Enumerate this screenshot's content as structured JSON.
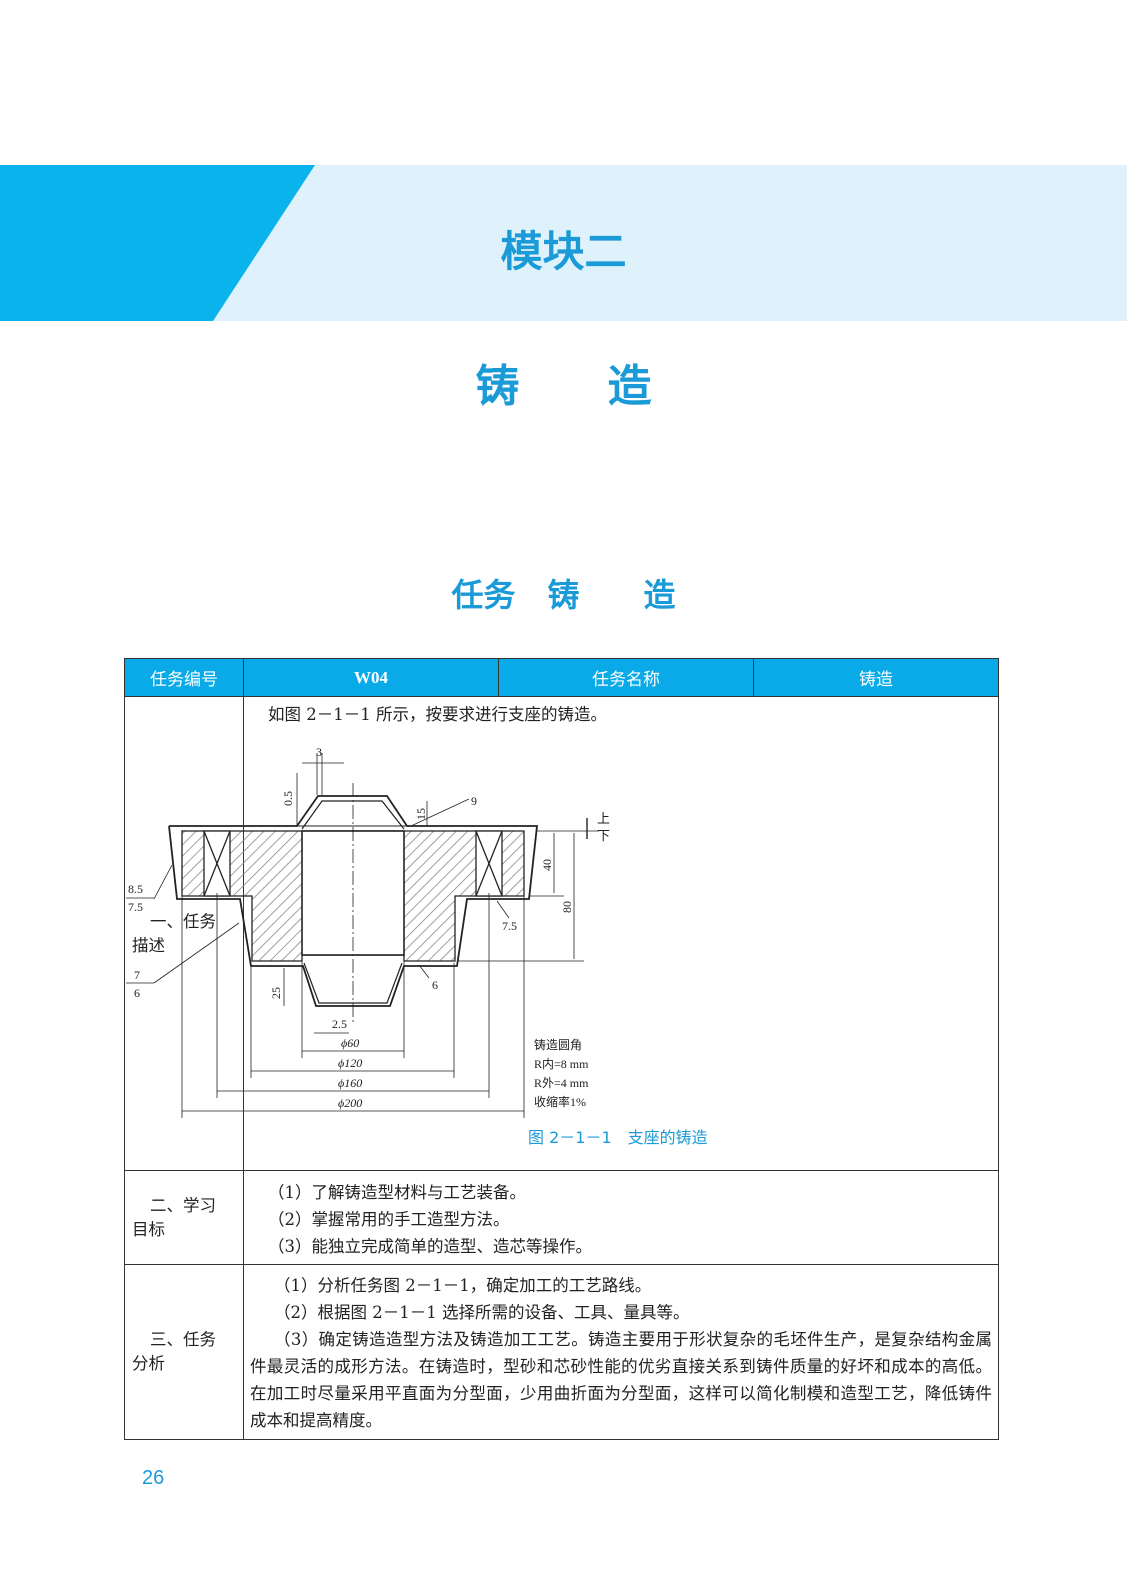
{
  "banner": {
    "module": "模块二",
    "title": "铸　　造"
  },
  "task_title": "任务　铸　　造",
  "table": {
    "header": [
      "任务编号",
      "W04",
      "任务名称",
      "铸造"
    ],
    "rows": [
      {
        "label_a": "一、任务",
        "label_b": "描述",
        "lines": [
          "如图 2－1－1 所示，按要求进行支座的铸造。"
        ]
      },
      {
        "label_a": "二、学习",
        "label_b": "目标",
        "lines": [
          "（1）了解铸造型材料与工艺装备。",
          "（2）掌握常用的手工造型方法。",
          "（3）能独立完成简单的造型、造芯等操作。"
        ]
      },
      {
        "label_a": "三、任务",
        "label_b": "分析",
        "lines": [
          "（1）分析任务图 2－1－1，确定加工的工艺路线。",
          "（2）根据图 2－1－1 选择所需的设备、工具、量具等。",
          "（3）确定铸造造型方法及铸造加工工艺。铸造主要用于形状复杂的毛坯件生产，是复杂结构金属件最灵活的成形方法。在铸造时，型砂和芯砂性能的优劣直接关系到铸件质量的好坏和成本的高低。在加工时尽量采用平直面为分型面，少用曲折面为分型面，这样可以简化制模和造型工艺，降低铸件成本和提高精度。"
        ]
      }
    ]
  },
  "figure": {
    "caption": "图 2－1－1　支座的铸造",
    "dims": {
      "d3": "3",
      "d05": "0.5",
      "d15": "15",
      "d9": "9",
      "up": "上",
      "down": "下",
      "d40": "40",
      "d80": "80",
      "d85": "8.5",
      "d75a": "7.5",
      "d75b": "7.5",
      "d7": "7",
      "d6a": "6",
      "d6b": "6",
      "d25": "25",
      "d25b": "2.5",
      "p60": "ϕ60",
      "p120": "ϕ120",
      "p160": "ϕ160",
      "p200": "ϕ200"
    },
    "notes": [
      "铸造圆角",
      "R内=8 mm",
      "R外=4 mm",
      "收缩率1%"
    ]
  },
  "page_number": "26"
}
